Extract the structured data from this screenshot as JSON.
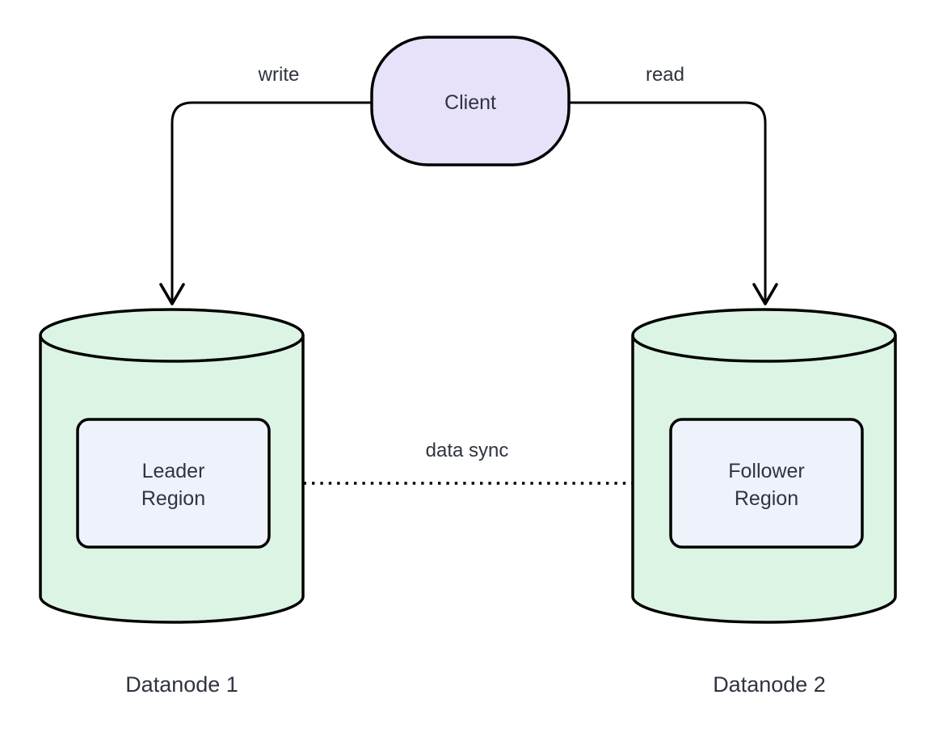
{
  "diagram": {
    "title_hint": "leader-follower replication topology",
    "client": {
      "label": "Client"
    },
    "edges": {
      "write": {
        "label": "write"
      },
      "read": {
        "label": "read"
      },
      "sync": {
        "label": "data sync"
      }
    },
    "datanode1": {
      "caption": "Datanode 1",
      "region": {
        "line1": "Leader",
        "line2": "Region"
      }
    },
    "datanode2": {
      "caption": "Datanode 2",
      "region": {
        "line1": "Follower",
        "line2": "Region"
      }
    }
  },
  "colors": {
    "client_fill": "#e7e1fa",
    "cylinder_fill": "#dbf4e3",
    "region_fill": "#edf2fb",
    "stroke": "#000000",
    "text": "#2f3440"
  }
}
